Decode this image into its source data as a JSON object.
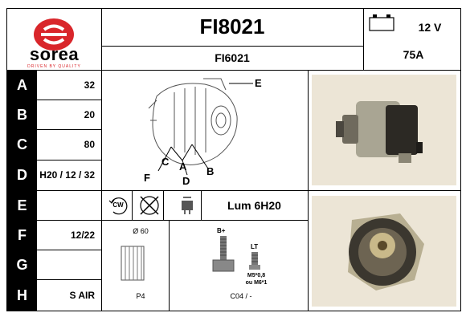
{
  "brand": {
    "name": "sorea",
    "tagline": "DRIVEN BY QUALITY",
    "color": "#d9262b"
  },
  "product": {
    "code": "FI8021",
    "ref": "FI6021",
    "voltage": "12 V",
    "amperage": "75A"
  },
  "rows": [
    {
      "label": "A",
      "value": "32"
    },
    {
      "label": "B",
      "value": "20"
    },
    {
      "label": "C",
      "value": "80"
    },
    {
      "label": "D",
      "value": "H20 / 12 / 32"
    },
    {
      "label": "E",
      "value": ""
    },
    {
      "label": "F",
      "value": "12/22"
    },
    {
      "label": "G",
      "value": ""
    },
    {
      "label": "H",
      "value": "S AIR"
    }
  ],
  "diagram_labels": {
    "e": "E",
    "f": "F",
    "c": "C",
    "a": "A",
    "b": "B",
    "d": "D"
  },
  "regulator": {
    "rotation": "CW",
    "name": "Lum 6H20"
  },
  "pulley": {
    "diameter": "Ø 60",
    "type": "P4"
  },
  "terminals": {
    "b_plus": "B+",
    "lt": "LT",
    "thread": "M5*0,8",
    "thread_alt": "ou M6*1",
    "connector": "C04 / -"
  }
}
